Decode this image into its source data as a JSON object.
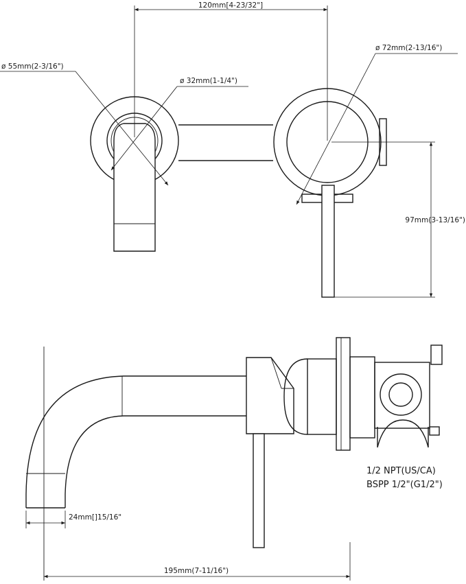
{
  "drawing": {
    "top_view": {
      "width_label": "120mm[4-23/32\"]",
      "spout_diameter_label": "ø  55mm(2-3/16\")",
      "inner_diameter_label": "ø  32mm(1-1/4\")",
      "plate_diameter_label": "ø  72mm(2-13/16\")",
      "handle_height_label": "97mm(3-13/16\")"
    },
    "side_view": {
      "thread_label_1": "1/2 NPT(US/CA)",
      "thread_label_2": "BSPP 1/2\"(G1/2\")",
      "spout_tip_label": "24mm[]15/16\"",
      "length_label": "195mm(7-11/16\")"
    },
    "colors": {
      "line": "#1a1a1a",
      "background": "#ffffff"
    }
  }
}
